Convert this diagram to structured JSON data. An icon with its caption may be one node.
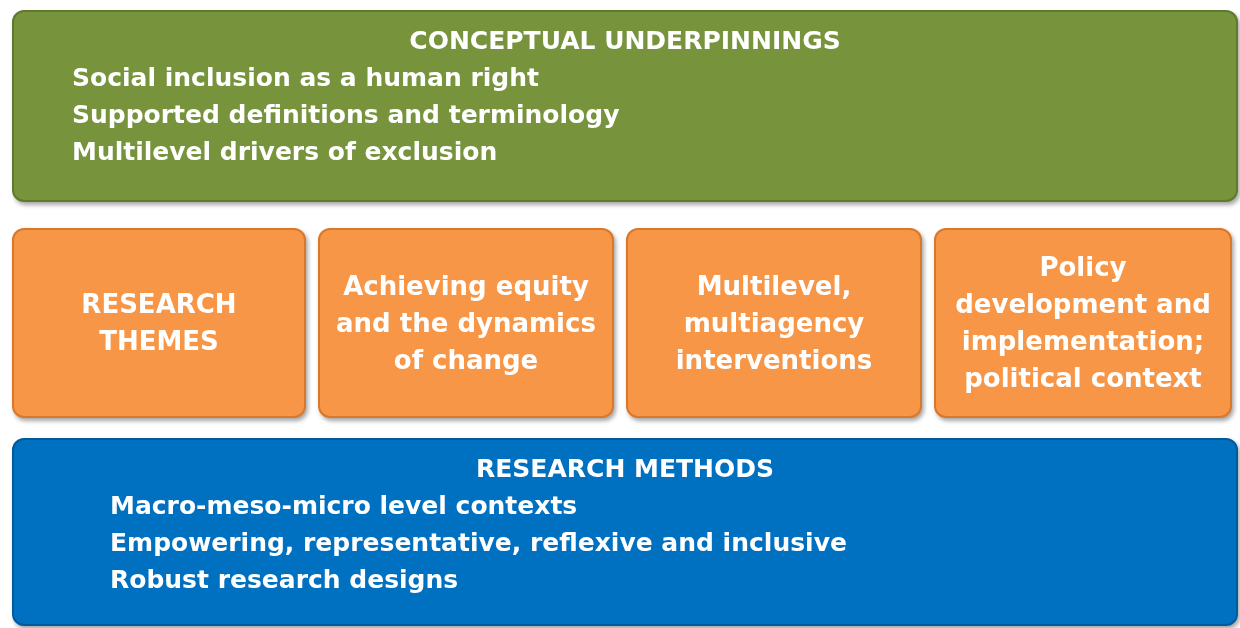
{
  "diagram": {
    "nodes": [
      {
        "text": [
          "CONCEPTUAL UNDERPINNINGS",
          "Social inclusion as a human right",
          "Supported definitions and  terminology",
          "Multilevel drivers of exclusion"
        ]
      },
      {
        "text": [
          "RESEARCH THEMES"
        ]
      },
      {
        "text": [
          "Achieving equity and the dynamics of change"
        ]
      },
      {
        "text": [
          "Multilevel, multiagency interventions"
        ]
      },
      {
        "text": [
          "Policy development and implementation; political  context"
        ]
      },
      {
        "text": [
          "RESEARCH METHODS",
          "Macro-meso-micro level contexts",
          "Empowering, representative, reflexive and inclusive",
          "Robust research designs"
        ]
      }
    ]
  }
}
